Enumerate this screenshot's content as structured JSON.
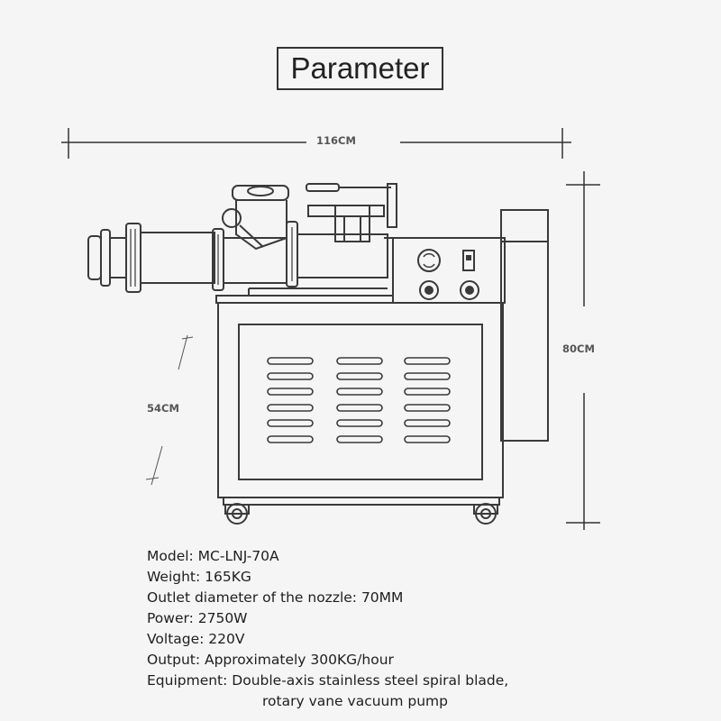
{
  "title": "Parameter",
  "dimensions": {
    "width": "116CM",
    "height": "80CM",
    "depth": "54CM"
  },
  "specs": {
    "model": "Model: MC-LNJ-70A",
    "weight": "Weight: 165KG",
    "nozzle": "Outlet diameter of the nozzle: 70MM",
    "power": "Power: 2750W",
    "voltage": "Voltage: 220V",
    "output": "Output: Approximately 300KG/hour",
    "equipment": "Equipment: Double-axis stainless steel spiral blade,",
    "equipment_cont": "rotary vane vacuum pump"
  },
  "icons": {
    "gauge": "gauge-icon",
    "switch": "power-switch-icon"
  },
  "colors": {
    "background": "#f5f5f5",
    "line": "#3a3a3a"
  }
}
